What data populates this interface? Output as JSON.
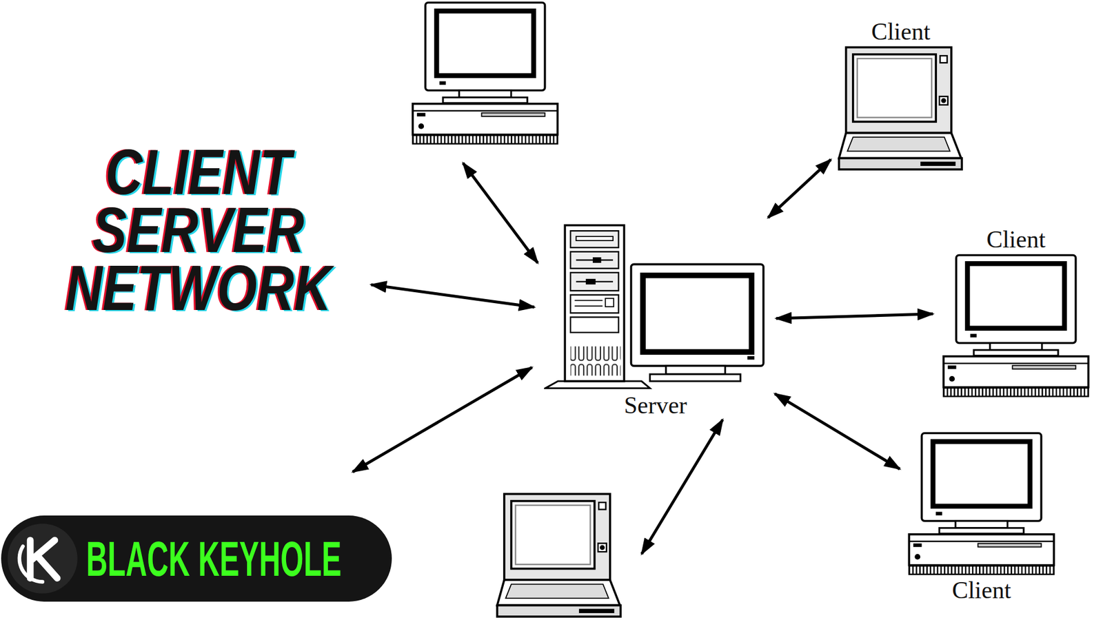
{
  "diagram": {
    "title": "CLIENT SERVER NETWORK",
    "nodes": [
      {
        "text": [
          "Server"
        ]
      },
      {
        "text": [
          "Client"
        ]
      },
      {
        "text": [
          "Client"
        ]
      },
      {
        "text": [
          "Client"
        ]
      },
      {
        "text": [
          "BLACK KEYHOLE"
        ]
      }
    ],
    "edges": [
      {
        "from": 0,
        "to": 1,
        "arrow": "both"
      },
      {
        "from": 0,
        "to": 2,
        "arrow": "both"
      },
      {
        "from": 0,
        "to": 3,
        "arrow": "both"
      }
    ]
  }
}
